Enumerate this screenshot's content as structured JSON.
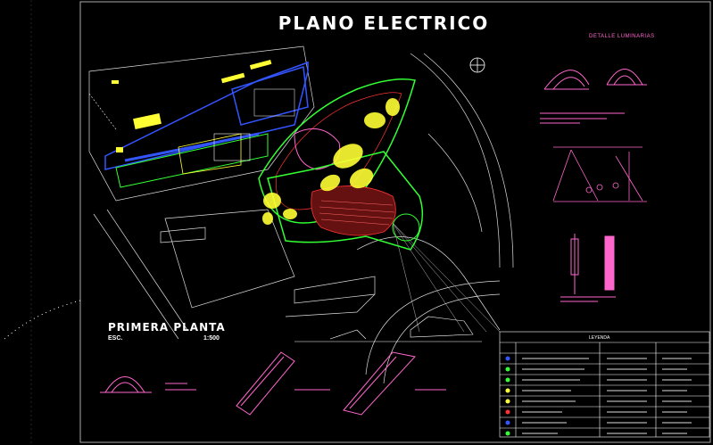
{
  "drawing": {
    "title": "PLANO ELECTRICO",
    "plan_label": "PRIMERA PLANTA",
    "scale_left": "ESC.",
    "scale_right": "1:500",
    "detail_title": "DETALLE LUMINARIAS",
    "legend_title": "LEYENDA"
  },
  "colors": {
    "background": "#000000",
    "pink": "#ff66cc",
    "yellow": "#ffff33",
    "blue": "#3355ff",
    "green": "#33ff33",
    "white": "#ffffff",
    "red": "#ff3333"
  }
}
